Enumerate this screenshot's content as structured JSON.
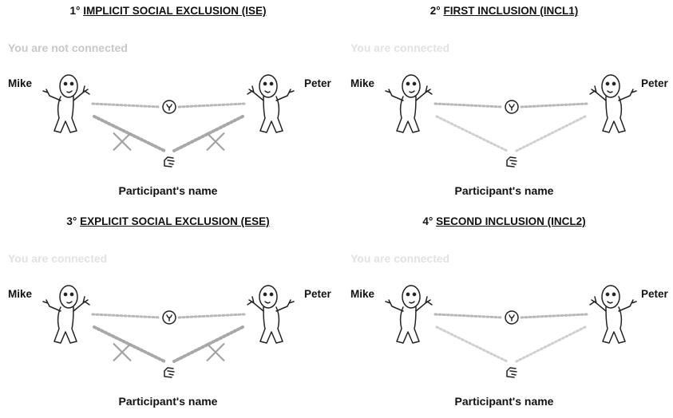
{
  "panels": [
    {
      "number": "1°",
      "title": "IMPLICIT SOCIAL EXCLUSION (ISE)",
      "status": "You are not connected",
      "left_name": "Mike",
      "right_name": "Peter",
      "participant": "Participant's name",
      "participant_linked": false,
      "status_color": "#c8c8c8",
      "link_color": "#a8a8a8",
      "cross_color": "#a0a0a0"
    },
    {
      "number": "2°",
      "title": "FIRST INCLUSION (INCL1)",
      "status": "You are connected",
      "left_name": "Mike",
      "right_name": "Peter",
      "participant": "Participant's name",
      "participant_linked": true,
      "status_color": "#e2e2e2",
      "link_color": "#cfcfcf",
      "cross_color": "#a0a0a0"
    },
    {
      "number": "3°",
      "title": "EXPLICIT SOCIAL EXCLUSION (ESE)",
      "status": "You are connected",
      "left_name": "Mike",
      "right_name": "Peter",
      "participant": "Participant's name",
      "participant_linked": false,
      "status_color": "#e2e2e2",
      "link_color": "#a8a8a8",
      "cross_color": "#a0a0a0"
    },
    {
      "number": "4°",
      "title": "SECOND INCLUSION (INCL2)",
      "status": "You are connected",
      "left_name": "Mike",
      "right_name": "Peter",
      "participant": "Participant's name",
      "participant_linked": true,
      "status_color": "#e2e2e2",
      "link_color": "#cfcfcf",
      "cross_color": "#a0a0a0"
    }
  ]
}
